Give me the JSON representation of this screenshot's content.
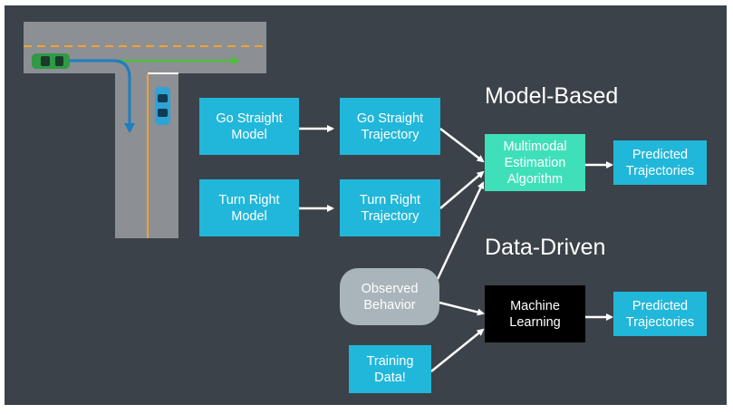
{
  "colors": {
    "background": "#3b4249",
    "box_cyan": "#21b7da",
    "box_mint": "#3fe0b9",
    "box_black": "#000000",
    "box_grey": "#aab4bb",
    "road": "#8c8f93",
    "lane_dashes": "#f0a233",
    "path_straight": "#4fbf3a",
    "path_turn": "#1c7fc0"
  },
  "headings": {
    "model_based": "Model-Based",
    "data_driven": "Data-Driven"
  },
  "nodes": {
    "go_straight_model": "Go Straight\nModel",
    "go_straight_trajectory": "Go Straight\nTrajectory",
    "turn_right_model": "Turn Right\nModel",
    "turn_right_trajectory": "Turn Right\nTrajectory",
    "multimodal": "Multimodal\nEstimation\nAlgorithm",
    "predicted_model": "Predicted\nTrajectories",
    "observed_behavior": "Observed\nBehavior",
    "machine_learning": "Machine\nLearning",
    "predicted_data": "Predicted\nTrajectories",
    "training_data": "Training\nData!"
  },
  "scene": {
    "icons": [
      "green-car-icon",
      "blue-car-icon",
      "straight-path-arrow-icon",
      "right-turn-arrow-icon"
    ]
  }
}
